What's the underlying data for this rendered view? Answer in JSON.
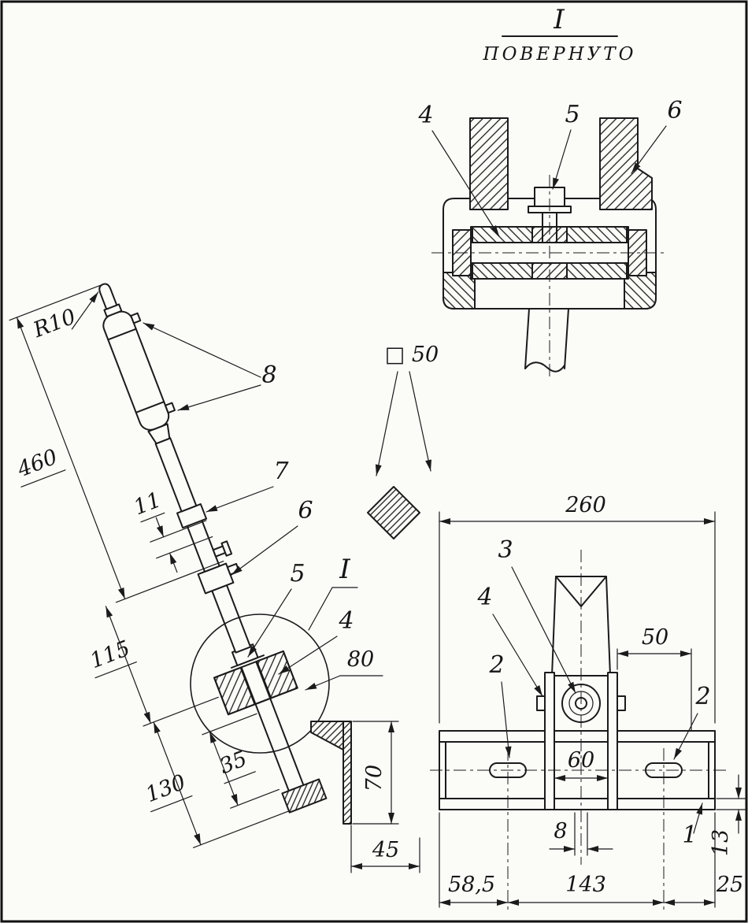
{
  "page": {
    "background": "#fbfbf8",
    "ink": "#1b1b1b"
  },
  "section_view": {
    "title": "I",
    "note": "ПОВЕРНУТО",
    "callout_4": "4",
    "callout_5": "5",
    "callout_6": "6"
  },
  "lever_view": {
    "dim_r10": "R10",
    "dim_460": "460",
    "dim_11": "11",
    "dim_115": "115",
    "dim_130": "130",
    "dim_35": "35",
    "dim_80": "80",
    "dim_70": "70",
    "dim_45": "45",
    "callout_8": "8",
    "callout_7": "7",
    "callout_6": "6",
    "callout_5": "5",
    "callout_4": "4",
    "detail_mark": "I"
  },
  "square_section": {
    "dim": "□ 50"
  },
  "front_view": {
    "dim_260": "260",
    "dim_50": "50",
    "dim_60": "60",
    "dim_8": "8",
    "dim_58_5": "58,5",
    "dim_143": "143",
    "dim_25": "25",
    "dim_13": "13",
    "callout_3": "3",
    "callout_4": "4",
    "callout_2_left": "2",
    "callout_2_right": "2",
    "callout_1": "1"
  }
}
